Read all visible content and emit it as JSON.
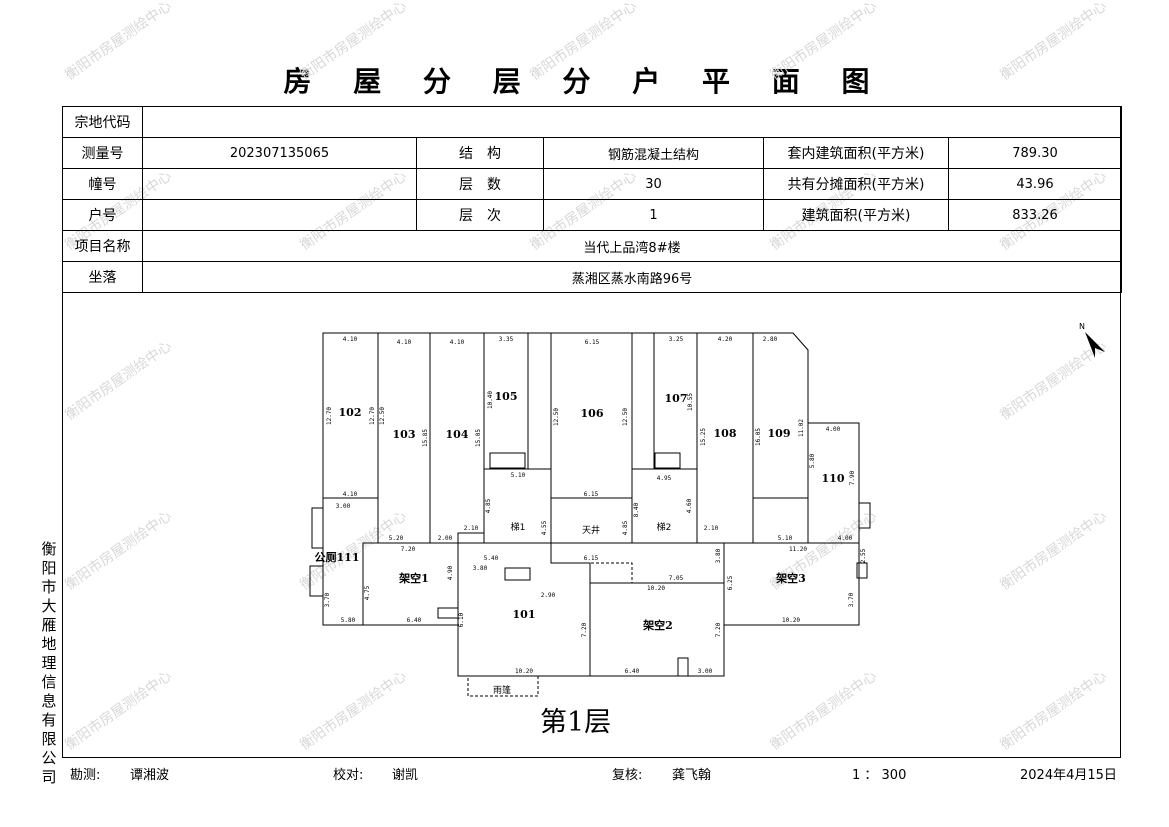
{
  "title": "房 屋 分 层 分 户 平 面 图",
  "watermark": "衡阳市房屋测绘中心",
  "table": {
    "zongdi_label": "宗地代码",
    "zongdi_value": "",
    "celiang_label": "测量号",
    "celiang_value": "202307135065",
    "jiegou_label": "结　构",
    "jiegou_value": "钢筋混凝土结构",
    "taonei_label": "套内建筑面积(平方米)",
    "taonei_value": "789.30",
    "zhuang_label": "幢号",
    "zhuang_value": "",
    "censhu_label": "层　数",
    "censhu_value": "30",
    "gongyou_label": "共有分摊面积(平方米)",
    "gongyou_value": "43.96",
    "hu_label": "户号",
    "hu_value": "",
    "cenci_label": "层　次",
    "cenci_value": "1",
    "jianzhu_label": "建筑面积(平方米)",
    "jianzhu_value": "833.26",
    "xiangmu_label": "项目名称",
    "xiangmu_value": "当代上品湾8#楼",
    "zuoluo_label": "坐落",
    "zuoluo_value": "蒸湘区蒸水南路96号"
  },
  "side_org": "衡阳市大雁地理信息有限公司",
  "footer": {
    "kance_label": "勘测:",
    "kance_name": "谭湘波",
    "jiaodui_label": "校对:",
    "jiaodui_name": "谢凯",
    "fuhe_label": "复核:",
    "fuhe_name": "龚飞翰",
    "scale": "1 ： 300",
    "date": "2024年4月15日"
  },
  "floor_label": "第1层",
  "north": "N",
  "rooms": {
    "r102": "102",
    "r103": "103",
    "r104": "104",
    "r105": "105",
    "r106": "106",
    "r107": "107",
    "r108": "108",
    "r109": "109",
    "r110": "110",
    "r111": "公厕111",
    "r101": "101",
    "jk1": "架空1",
    "jk2": "架空2",
    "jk3": "架空3",
    "ti1": "梯1",
    "ti2": "梯2",
    "tianjing": "天井",
    "yutai": "雨篷"
  },
  "dims": {
    "d410a": "4.10",
    "d410b": "4.10",
    "d410c": "4.10",
    "d335": "3.35",
    "d615a": "6.15",
    "d325": "3.25",
    "d420": "4.20",
    "d280": "2.80",
    "d400a": "4.00",
    "d1270a": "12.70",
    "d1270b": "12.70",
    "d1250a": "12.50",
    "d1585": "15.85",
    "d1505": "15.05",
    "d1040": "10.40",
    "d1250b": "12.50",
    "d1250c": "12.50",
    "d1055": "10.55",
    "d1525": "15.25",
    "d1605": "16.05",
    "d1102": "11.02",
    "d580": "5.80",
    "d790": "7.90",
    "d410d": "4.10",
    "d300": "3.00",
    "d510a": "5.10",
    "d615b": "6.15",
    "d495": "4.95",
    "d485a": "4.85",
    "d455": "4.55",
    "d460": "4.60",
    "d840": "8.40",
    "d520": "5.20",
    "d200": "2.00",
    "d210a": "2.10",
    "d210b": "2.10",
    "d510b": "5.10",
    "d400b": "4.00",
    "d720a": "7.20",
    "d540": "5.40",
    "d615c": "6.15",
    "d1120": "11.20",
    "d380a": "3.80",
    "d290": "2.90",
    "d705": "7.05",
    "d1020a": "10.20",
    "d625": "6.25",
    "d255": "2.55",
    "d370a": "3.70",
    "d475": "4.75",
    "d490": "4.90",
    "d370b": "3.70",
    "d580b": "5.80",
    "d640a": "6.40",
    "d610": "6.10",
    "d720b": "7.20",
    "d720c": "7.20",
    "d1020b": "10.20",
    "d1020c": "10.20",
    "d640b": "6.40",
    "d300b": "3.00",
    "d485b": "4.85",
    "d380b": "3.80"
  }
}
